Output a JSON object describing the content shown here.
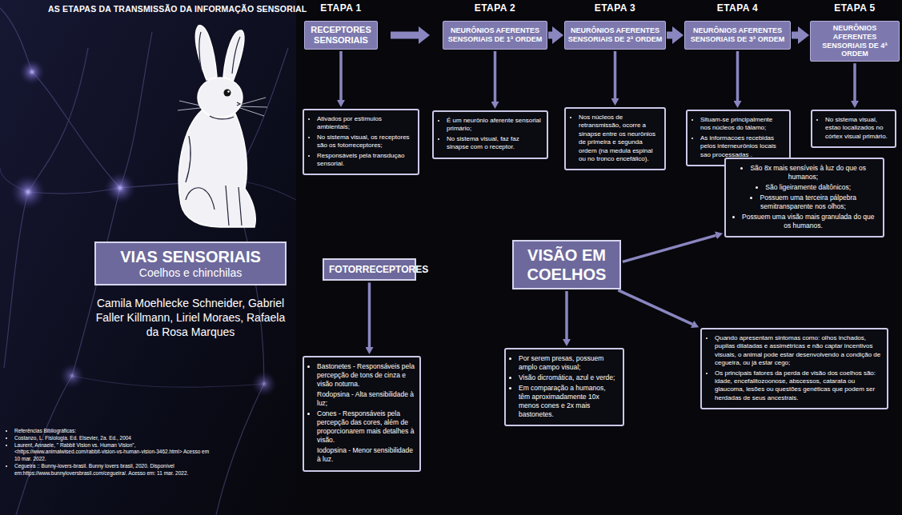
{
  "diagram": {
    "title": "AS ETAPAS DA TRANSMISSÃO DA INFORMAÇÃO SENSORIAL",
    "nodes": [
      {
        "text": [
          "ETAPA 1",
          "RECEPTORES SENSORIAIS"
        ]
      },
      {
        "text": [
          "ETAPA 2",
          "NEURÔNIOS AFERENTES SENSORIAIS DE 1ª ORDEM"
        ]
      },
      {
        "text": [
          "ETAPA 3",
          "NEURÔNIOS AFERENTES SENSORIAIS DE 2ª ORDEM"
        ]
      },
      {
        "text": [
          "ETAPA 4",
          "NEURÔNIOS AFERENTES SENSORIAIS DE 3ª ORDEM"
        ]
      },
      {
        "text": [
          "ETAPA 5",
          "NEURÔNIOS AFERENTES SENSORIAIS DE 4ª ORDEM"
        ]
      },
      {
        "text": [
          "Ativados por estímulos ambientais;",
          "No sistema visual, os receptores são os fotorreceptores;",
          "Responsáveis pela transduçao sensorial."
        ]
      },
      {
        "text": [
          "É um neurônio aferente sensorial primário;",
          "No sistema visual, faz faz sinapse com o receptor."
        ]
      },
      {
        "text": [
          "Nos núcleos de retransmissão, ocorre a sinapse entre os neurônios de primeira e segunda ordem (na medula espinal ou no tronco encefálico)."
        ]
      },
      {
        "text": [
          "Situam-se principalmente nos núcleos do tálamo;",
          "As informacoes recebidas pelos interneurônios locais sao processadas ."
        ]
      },
      {
        "text": [
          "No sistema visual, estao localizados no córtex visual primário."
        ]
      },
      {
        "text": [
          "VIAS SENSORIAIS",
          "Coelhos e chinchilas"
        ]
      },
      {
        "text": [
          "FOTORRECEPTORES"
        ]
      },
      {
        "text": [
          "VISÃO EM COELHOS"
        ]
      },
      {
        "text": [
          "São 8x mais sensíveis à luz do que os humanos;",
          "São ligeiramente daltônicos;",
          "Possuem uma terceira pálpebra semitransparente nos olhos;",
          "Possuem uma visão mais granulada do que os humanos."
        ]
      },
      {
        "text": [
          "Bastonetes - Responsáveis pela percepção de tons de cinza e visão noturna.",
          "Rodopsina - Alta sensibilidade à luz;",
          "Cones - Responsáveis pela percepção das cores, além de proporcionarem mais detalhes à visão.",
          "Iodopsina - Menor sensibilidade à luz."
        ]
      },
      {
        "text": [
          "Por serem presas, possuem amplo campo visual;",
          "Visão dicromática, azul e verde;",
          "Em comparação a humanos, têm aproximadamente 10x menos cones e 2x mais bastonetes."
        ]
      },
      {
        "text": [
          "Quando apresentam sintomas como: olhos inchados, pupilas dilatadas e assimétricas e não captar incentivos visuais, o animal pode estar desenvolvendo a condição de cegueira, ou já estar cego;",
          "Os principais fatores da perda de visão dos coelhos são: idade, encefalitozoonose, abscessos, catarata ou glaucoma, lesões ou questões genéticas que podem ser herdadas de seus ancestrais."
        ]
      }
    ],
    "edges": [
      {
        "from": 0,
        "to": 1,
        "arrow": "to"
      },
      {
        "from": 1,
        "to": 2,
        "arrow": "to"
      },
      {
        "from": 2,
        "to": 3,
        "arrow": "to"
      },
      {
        "from": 3,
        "to": 4,
        "arrow": "to"
      },
      {
        "from": 0,
        "to": 5,
        "arrow": "to"
      },
      {
        "from": 1,
        "to": 6,
        "arrow": "to"
      },
      {
        "from": 2,
        "to": 7,
        "arrow": "to"
      },
      {
        "from": 3,
        "to": 8,
        "arrow": "to"
      },
      {
        "from": 4,
        "to": 9,
        "arrow": "to"
      },
      {
        "from": 11,
        "to": 14,
        "arrow": "to"
      },
      {
        "from": 12,
        "to": 13,
        "arrow": "to"
      },
      {
        "from": 12,
        "to": 15,
        "arrow": "to"
      },
      {
        "from": 12,
        "to": 16,
        "arrow": "to"
      }
    ],
    "labels": [
      "Camila Moehlecke Schneider, Gabriel Faller Killmann, Liriel Moraes, Rafaela da Rosa Marques",
      "Referências Bibliográficas:",
      "Costanzo, L. Fisiologia. Ed. Elsevier, 2a. Ed., 2004",
      "Laurent, Annaele, \" Rabbit Vision vs. Human Vision\", <https://www.animalwised.com/rabbit-vision-vs-human-vision-3462.html> Acesso em 10 mar. 2022.",
      "Cegueira :: Bunny-lovers-brasil. Bunny lovers brasil, 2020. Disponível em:https://www.bunnyloversbrasil.com/cegueira/. Acesso em: 11 mar. 2022."
    ]
  }
}
